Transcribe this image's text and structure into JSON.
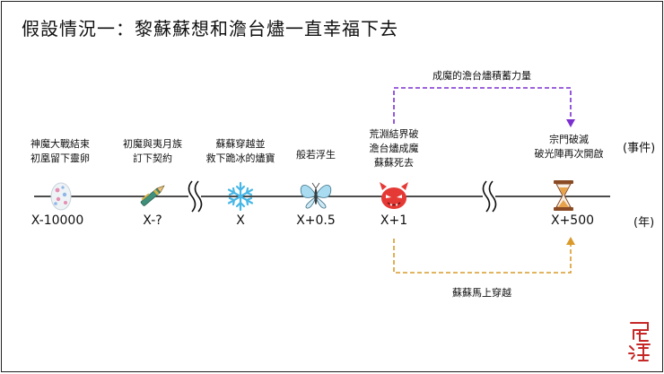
{
  "title": "假設情況一：黎蘇蘇想和澹台燼一直幸福下去",
  "side_labels": {
    "events": "(事件)",
    "years": "(年)"
  },
  "events": [
    {
      "lines": [
        "神魔大戰結束",
        "初凰留下靈卵"
      ],
      "year": "X-10000",
      "icon": "egg-icon"
    },
    {
      "lines": [
        "初魔與夷月族",
        "訂下契約"
      ],
      "year": "X-?",
      "icon": "pen-icon"
    },
    {
      "lines": [
        "蘇蘇穿越並",
        "救下跪冰的燼寶"
      ],
      "year": "X",
      "icon": "snowflake-icon"
    },
    {
      "lines": [
        "般若浮生"
      ],
      "year": "X+0.5",
      "icon": "butterfly-icon"
    },
    {
      "lines": [
        "荒淵結界破",
        "澹台燼成魔",
        "蘇蘇死去"
      ],
      "year": "X+1",
      "icon": "devil-icon"
    },
    {
      "lines": [
        "宗門破滅",
        "破光陣再次開啟"
      ],
      "year": "X+500",
      "icon": "hourglass-icon"
    }
  ],
  "arrows": {
    "top_label": "成魔的澹台燼積蓄力量",
    "bottom_label": "蘇蘇馬上穿越",
    "top_color": "#7B2FD0",
    "bottom_color": "#D99A2B"
  },
  "colors": {
    "line": "#111111",
    "break": "#111111"
  }
}
